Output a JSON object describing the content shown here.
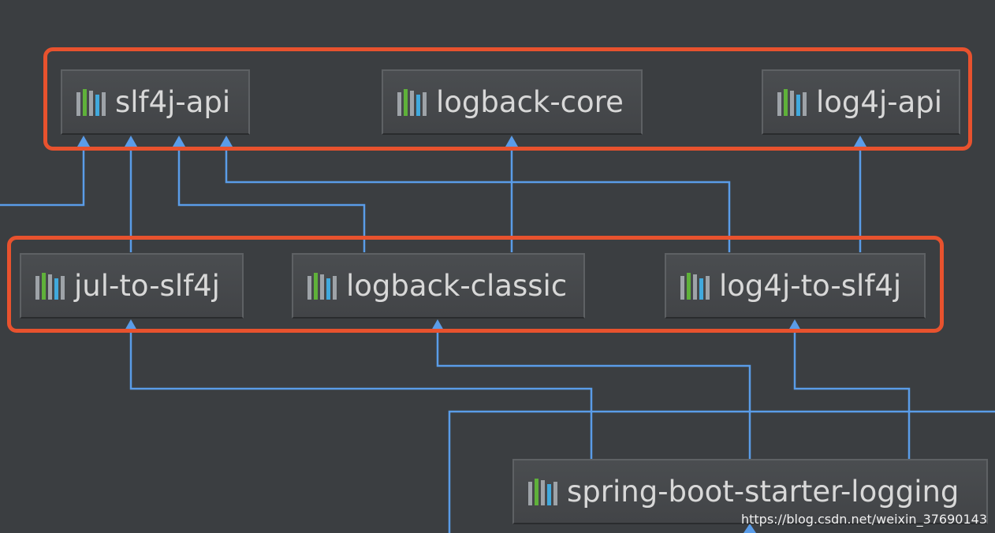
{
  "colors": {
    "background": "#3b3e41",
    "edge": "#5a9ce8",
    "group_highlight": "#e8522e",
    "node_text": "#d8d8d8"
  },
  "icons": {
    "library": "maven-library-icon"
  },
  "nodes": {
    "slf4j_api": {
      "label": "slf4j-api"
    },
    "logback_core": {
      "label": "logback-core"
    },
    "log4j_api": {
      "label": "log4j-api"
    },
    "jul_to_slf4j": {
      "label": "jul-to-slf4j"
    },
    "logback_classic": {
      "label": "logback-classic"
    },
    "log4j_to_slf4j": {
      "label": "log4j-to-slf4j"
    },
    "spring_boot_starter_logging": {
      "label": "spring-boot-starter-logging"
    }
  },
  "watermark": "https://blog.csdn.net/weixin_37690143"
}
